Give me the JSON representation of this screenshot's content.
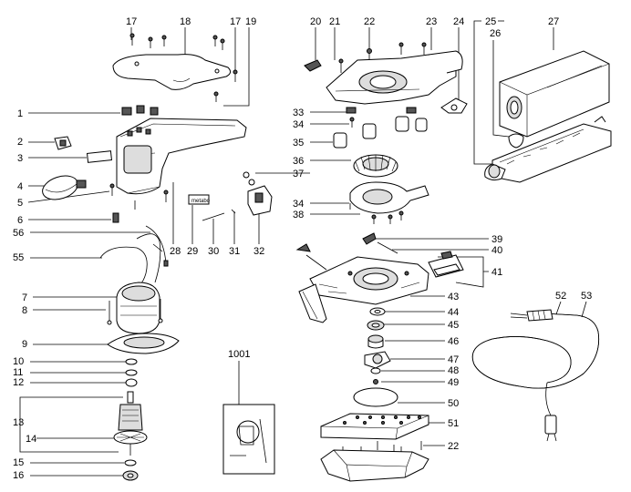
{
  "labels": {
    "l1": "1",
    "l2": "2",
    "l3": "3",
    "l4": "4",
    "l5": "5",
    "l6": "6",
    "l7": "7",
    "l8": "8",
    "l9": "9",
    "l10": "10",
    "l11": "11",
    "l12": "12",
    "l13": "13",
    "l14": "14",
    "l15": "15",
    "l16": "16",
    "l17a": "17",
    "l17b": "17",
    "l18": "18",
    "l19": "19",
    "l20": "20",
    "l21": "21",
    "l22a": "22",
    "l22b": "22",
    "l23": "23",
    "l24": "24",
    "l25": "25",
    "l26": "26",
    "l27": "27",
    "l28": "28",
    "l29": "29",
    "l30": "30",
    "l31": "31",
    "l32": "32",
    "l33": "33",
    "l34a": "34",
    "l34b": "34",
    "l35": "35",
    "l36": "36",
    "l37": "37",
    "l38": "38",
    "l39": "39",
    "l40": "40",
    "l41": "41",
    "l43": "43",
    "l44": "44",
    "l45": "45",
    "l46": "46",
    "l47": "47",
    "l48": "48",
    "l49": "49",
    "l50": "50",
    "l51": "51",
    "l52": "52",
    "l53": "53",
    "l55": "55",
    "l56": "56",
    "l1001": "1001"
  },
  "brand_plate": "metabo"
}
